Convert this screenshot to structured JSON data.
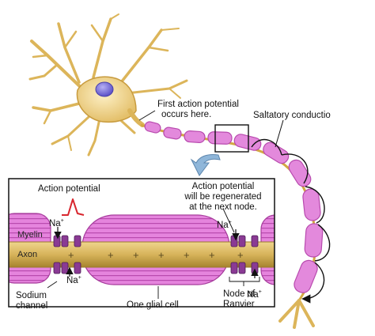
{
  "labels": {
    "first_ap_line1": "First action potential",
    "first_ap_line2": "occurs here.",
    "saltatory": "Saltatory conductio",
    "action_potential": "Action potential",
    "regen_line1": "Action potential",
    "regen_line2": "will be regenerated",
    "regen_line3": "at the next node.",
    "myelin": "Myelin",
    "axon": "Axon",
    "sodium_line1": "Sodium",
    "sodium_line2": "channel",
    "glial": "One glial cell",
    "node_line1": "Node of",
    "node_line2": "Ranvier"
  },
  "ions": {
    "na_symbol": "Na",
    "na_charge": "+"
  },
  "colors": {
    "myelin_pink": "#dd6fd3",
    "myelin_dark": "#a63c9c",
    "axon_gold": "#d4b25c",
    "neuron_body": "#f1d99a",
    "nucleus": "#7e74dd",
    "zoom_arrow": "#8fb6d9",
    "spike_red": "#d8262e"
  }
}
